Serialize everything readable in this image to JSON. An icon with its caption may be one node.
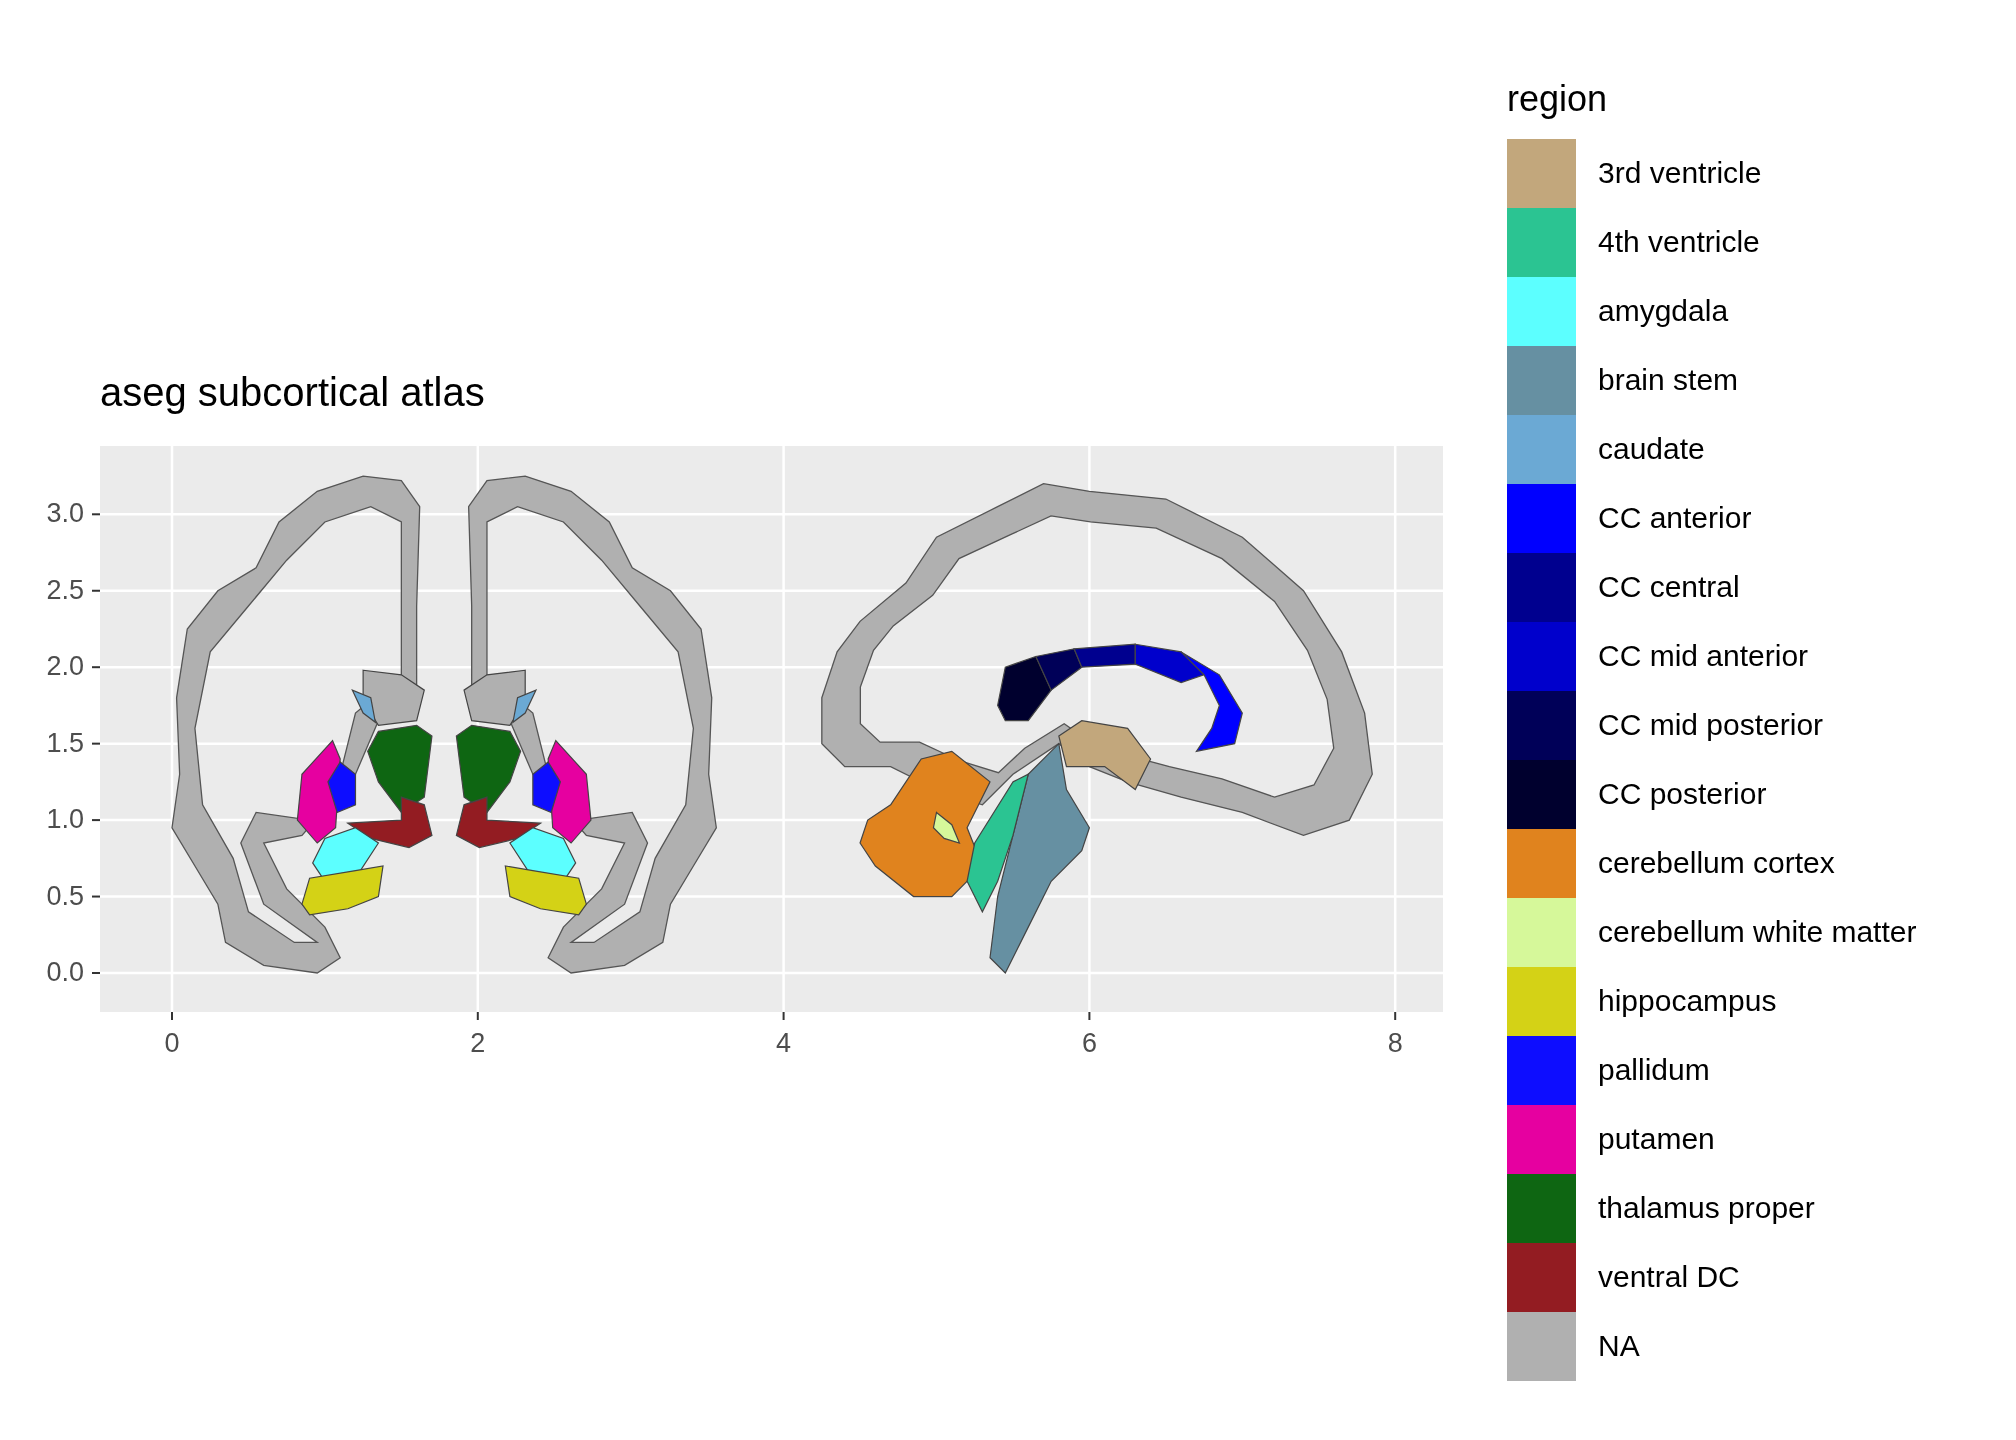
{
  "diagram": {
    "title": "aseg subcortical atlas",
    "labels": [
      "region",
      "3.0",
      "2.5",
      "2.0",
      "1.5",
      "1.0",
      "0.5",
      "0.0",
      "0",
      "2",
      "4",
      "6",
      "8"
    ],
    "legend": [
      {
        "text": "3rd ventricle",
        "color": "#c2a77c"
      },
      {
        "text": "4th ventricle",
        "color": "#2bc492"
      },
      {
        "text": "amygdala",
        "color": "#5cffff"
      },
      {
        "text": "brain stem",
        "color": "#6690a2"
      },
      {
        "text": "caudate",
        "color": "#6ba9d4"
      },
      {
        "text": "CC anterior",
        "color": "#0000ff"
      },
      {
        "text": "CC central",
        "color": "#00008f"
      },
      {
        "text": "CC mid anterior",
        "color": "#0000cc"
      },
      {
        "text": "CC mid posterior",
        "color": "#000058"
      },
      {
        "text": "CC posterior",
        "color": "#00002e"
      },
      {
        "text": "cerebellum cortex",
        "color": "#e0831e"
      },
      {
        "text": "cerebellum white matter",
        "color": "#d6f89a"
      },
      {
        "text": "hippocampus",
        "color": "#d4d216"
      },
      {
        "text": "pallidum",
        "color": "#0d0dff"
      },
      {
        "text": "putamen",
        "color": "#e600a0"
      },
      {
        "text": "thalamus proper",
        "color": "#0e6612"
      },
      {
        "text": "ventral DC",
        "color": "#931c22"
      },
      {
        "text": "NA",
        "color": "#b0b0b0"
      }
    ]
  }
}
